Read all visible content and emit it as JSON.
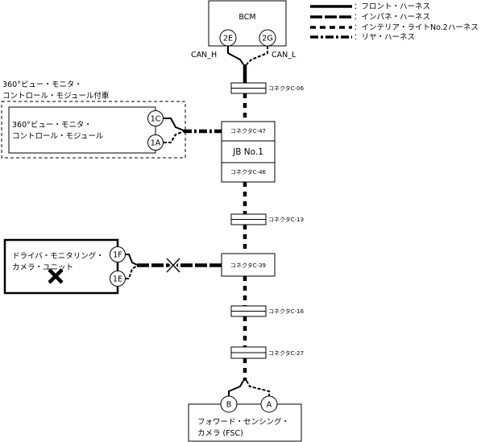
{
  "legend": {
    "front": "：フロント・ハーネス",
    "inpane": "：インパネ・ハーネス",
    "interior": "：インテリア・ライトNo.2ハーネス",
    "rear": "：リヤ・ハーネス"
  },
  "bcm": {
    "title": "BCM",
    "pin_left": "2E",
    "pin_right": "2G",
    "can_h": "CAN_H",
    "can_l": "CAN_L"
  },
  "connectors": {
    "c06": "コネクタC-06",
    "c47": "コネクタC-47",
    "c46": "コネクタC-46",
    "c13": "コネクタC-13",
    "c39": "コネクタC-39",
    "c16": "コネクタC-16",
    "c27": "コネクタC-27"
  },
  "jb": {
    "label": "JB No.1"
  },
  "view_group": {
    "outer_line1": "360°ビュー・モニタ・",
    "outer_line2": "コントロール・モジュール付車",
    "inner_line1": "360°ビュー・モニタ・",
    "inner_line2": "コントロール・モジュール",
    "pin_top": "1C",
    "pin_bottom": "1A"
  },
  "driver_monitor": {
    "line1": "ドライバ・モニタリング・",
    "line2": "カメラ・ユニット",
    "pin_top": "1F",
    "pin_bottom": "1E"
  },
  "fsc": {
    "line1": "フォワード・センシング・",
    "line2": "カメラ (FSC)",
    "pin_left": "B",
    "pin_right": "A"
  }
}
